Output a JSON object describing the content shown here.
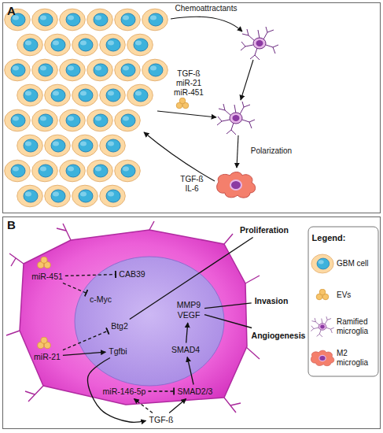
{
  "diagram": {
    "nodes": [
      {
        "text": [
          "A"
        ]
      },
      {
        "text": [
          "B"
        ]
      },
      {
        "text": [
          "miR-451"
        ],
        "in": 1
      },
      {
        "text": [
          "miR-21"
        ],
        "in": 1
      },
      {
        "text": [
          "CAB39"
        ],
        "in": 1
      },
      {
        "text": [
          "c-Myc"
        ],
        "in": 1
      },
      {
        "text": [
          "Btg2"
        ],
        "in": 1
      },
      {
        "text": [
          "Tgfbi"
        ],
        "in": 1
      },
      {
        "text": [
          "MMP9 VEGF"
        ],
        "in": 1
      },
      {
        "text": [
          "SMAD4"
        ],
        "in": 1
      },
      {
        "text": [
          "miR-146-5p"
        ],
        "in": 1
      },
      {
        "text": [
          "SMAD2/3"
        ],
        "in": 1
      },
      {
        "text": [
          "TGF-ß"
        ],
        "in": 1
      },
      {
        "text": [
          "Proliferation"
        ],
        "in": 1
      },
      {
        "text": [
          "Invasion"
        ],
        "in": 1
      },
      {
        "text": [
          "Angiogenesis"
        ],
        "in": 1
      }
    ],
    "edges": [
      {
        "from": 2,
        "to": 4,
        "arrow": "to"
      },
      {
        "from": 2,
        "to": 5,
        "arrow": "to"
      },
      {
        "from": 3,
        "to": 6,
        "arrow": "to"
      },
      {
        "from": 3,
        "to": 7,
        "arrow": "to"
      },
      {
        "from": 6,
        "to": 13,
        "arrow": "none"
      },
      {
        "from": 8,
        "to": 14,
        "arrow": "none"
      },
      {
        "from": 8,
        "to": 15,
        "arrow": "none"
      },
      {
        "from": 9,
        "to": 8,
        "arrow": "to"
      },
      {
        "from": 11,
        "to": 9,
        "arrow": "to"
      },
      {
        "from": 10,
        "to": 11,
        "arrow": "to"
      },
      {
        "from": 12,
        "to": 11,
        "arrow": "to"
      },
      {
        "from": 12,
        "to": 10,
        "arrow": "to"
      },
      {
        "from": 7,
        "to": 12,
        "arrow": "to"
      }
    ],
    "labels": [
      "Chemoattractants",
      "TGF-ß",
      "miR-21",
      "miR-451",
      "TGF-ß",
      "IL-6",
      "Polarization",
      "Legend:"
    ],
    "legend": [
      {
        "text": "GBM cell"
      },
      {
        "text": "EVs"
      },
      {
        "text": "Ramified microglia"
      },
      {
        "text": "M2 microglia"
      }
    ]
  }
}
